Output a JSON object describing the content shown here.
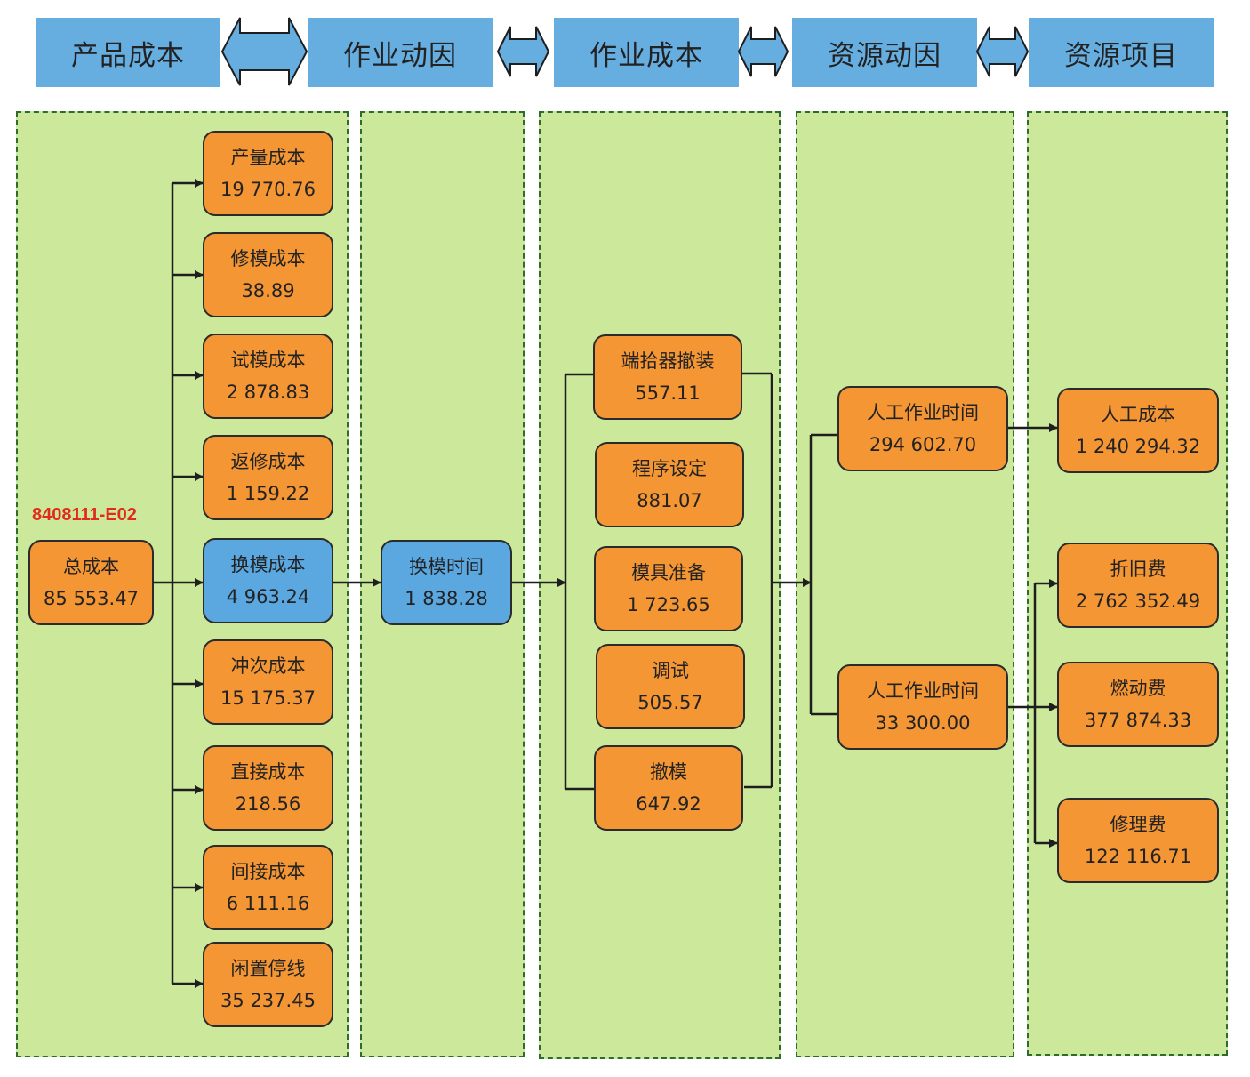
{
  "header": {
    "stages": [
      "产品成本",
      "作业动因",
      "作业成本",
      "资源动因",
      "资源项目"
    ]
  },
  "code_label": "8408111-E02",
  "total": {
    "label": "总成本",
    "value": "85 553.47"
  },
  "product_costs": [
    {
      "label": "产量成本",
      "value": "19 770.76"
    },
    {
      "label": "修模成本",
      "value": "38.89"
    },
    {
      "label": "试模成本",
      "value": "2 878.83"
    },
    {
      "label": "返修成本",
      "value": "1 159.22"
    },
    {
      "label": "换模成本",
      "value": "4 963.24"
    },
    {
      "label": "冲次成本",
      "value": "15 175.37"
    },
    {
      "label": "直接成本",
      "value": "218.56"
    },
    {
      "label": "间接成本",
      "value": "6 111.16"
    },
    {
      "label": "闲置停线",
      "value": "35 237.45"
    }
  ],
  "activity_driver": {
    "label": "换模时间",
    "value": "1 838.28"
  },
  "activity_costs": [
    {
      "label": "端拾器撤装",
      "value": "557.11"
    },
    {
      "label": "程序设定",
      "value": "881.07"
    },
    {
      "label": "模具准备",
      "value": "1 723.65"
    },
    {
      "label": "调试",
      "value": "505.57"
    },
    {
      "label": "撤模",
      "value": "647.92"
    }
  ],
  "resource_drivers": [
    {
      "label": "人工作业时间",
      "value": "294 602.70"
    },
    {
      "label": "人工作业时间",
      "value": "33 300.00"
    }
  ],
  "resource_items": [
    {
      "label": "人工成本",
      "value": "1 240 294.32"
    },
    {
      "label": "折旧费",
      "value": "2 762 352.49"
    },
    {
      "label": "燃动费",
      "value": "377 874.33"
    },
    {
      "label": "修理费",
      "value": "122 116.71"
    }
  ],
  "colors": {
    "header": "#66ade0",
    "panel": "#cce89b",
    "box_orange": "#f49634",
    "box_blue": "#5ba7e0",
    "code": "#e02c1c"
  }
}
